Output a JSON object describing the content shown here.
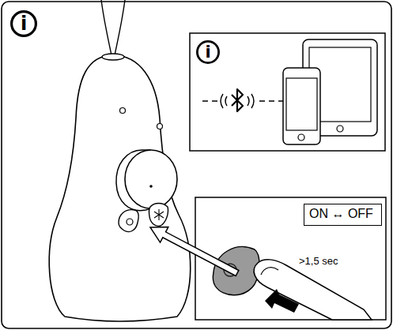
{
  "diagram": {
    "nodes": [
      {
        "text": [
          "i"
        ]
      },
      {
        "text": [
          "i"
        ]
      },
      {
        "text": [
          "ON ↔ OFF"
        ]
      }
    ],
    "labels": [
      ">1,5 sec"
    ]
  }
}
